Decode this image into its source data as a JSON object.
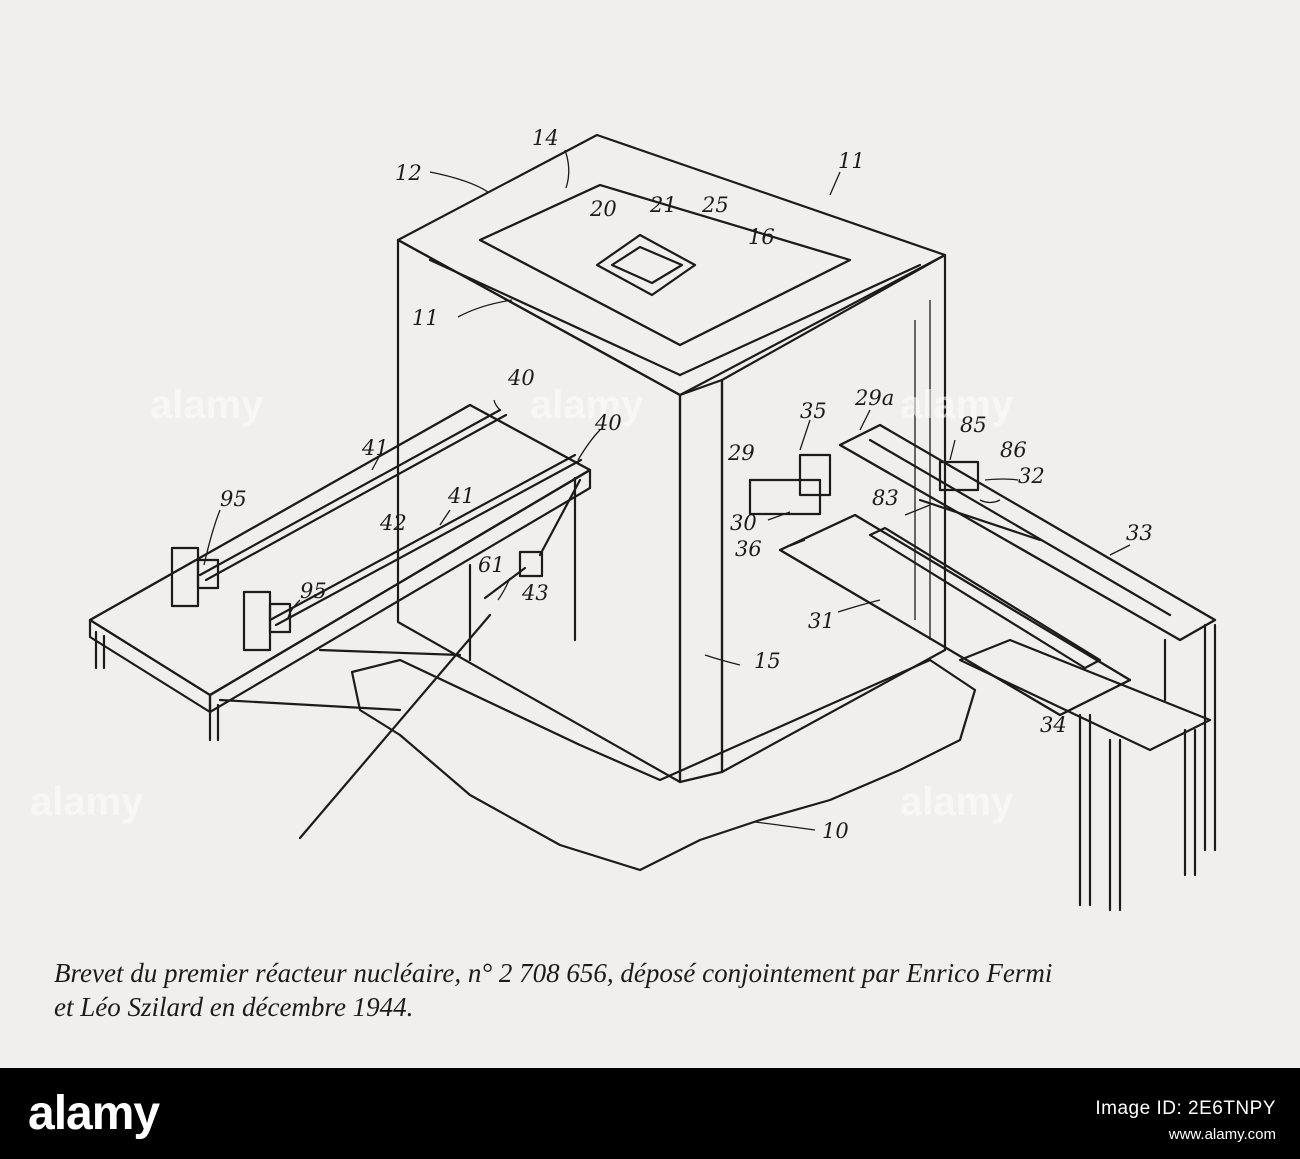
{
  "labels": {
    "l10": "10",
    "l11a": "11",
    "l11b": "11",
    "l12": "12",
    "l14": "14",
    "l15": "15",
    "l16": "16",
    "l20": "20",
    "l21": "21",
    "l25": "25",
    "l29": "29",
    "l29a": "29a",
    "l30": "30",
    "l31": "31",
    "l32": "32",
    "l33": "33",
    "l34": "34",
    "l35": "35",
    "l36": "36",
    "l40a": "40",
    "l40b": "40",
    "l41a": "41",
    "l41b": "41",
    "l42": "42",
    "l43": "43",
    "l61": "61",
    "l83": "83",
    "l85": "85",
    "l86": "86",
    "l95a": "95",
    "l95b": "95"
  },
  "caption": {
    "line1": "Brevet du premier réacteur nucléaire, n° 2 708 656, déposé conjointement par Enrico Fermi",
    "line2": "et Léo Szilard en décembre 1944."
  },
  "watermark": {
    "text": "alamy"
  },
  "footer": {
    "logo": "alamy",
    "image_id": "Image ID: 2E6TNPY",
    "url": "www.alamy.com"
  }
}
